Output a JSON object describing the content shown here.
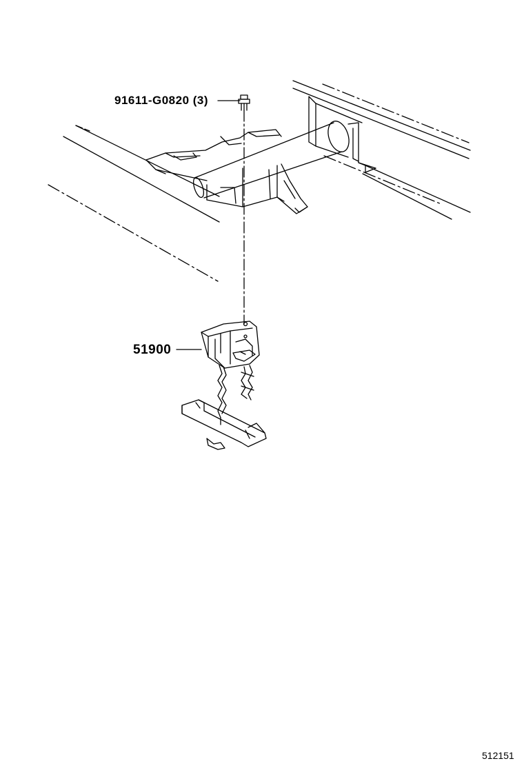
{
  "diagram": {
    "callouts": {
      "bolt_part_number": "91611-G0820 (3)",
      "spare_tire_hanger_part_number": "51900"
    },
    "illustration_code": "512151",
    "colors": {
      "line": "#000000",
      "background": "#ffffff"
    }
  }
}
